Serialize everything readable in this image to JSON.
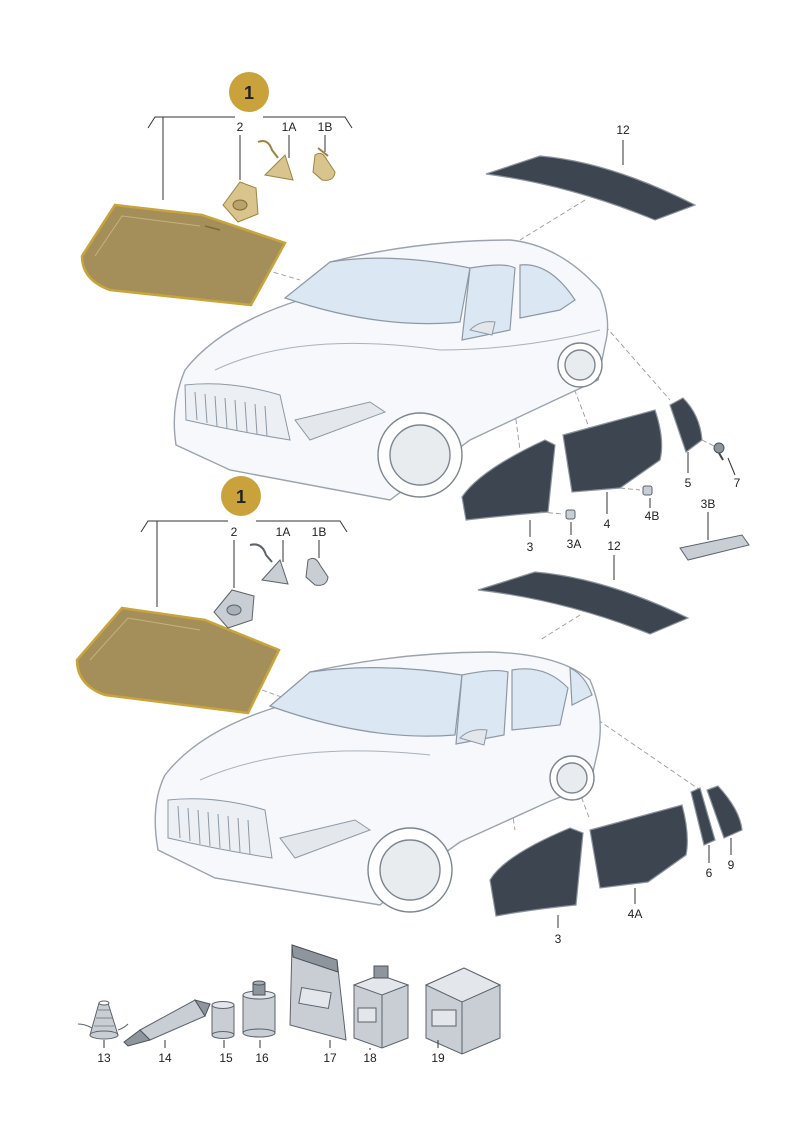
{
  "callouts": {
    "top": "1",
    "bottom": "1"
  },
  "labels_top": {
    "p2": "2",
    "p1a": "1A",
    "p1b": "1B",
    "p12": "12",
    "p5": "5",
    "p7": "7",
    "p3": "3",
    "p3a": "3A",
    "p4": "4",
    "p4b": "4B",
    "p3b": "3B"
  },
  "labels_bottom": {
    "p2": "2",
    "p1a": "1A",
    "p1b": "1B",
    "p12": "12",
    "p6": "6",
    "p9": "9",
    "p3": "3",
    "p4a": "4A"
  },
  "labels_accessories": {
    "p13": "13",
    "p14": "14",
    "p15": "15",
    "p16": "16",
    "p17": "17",
    "p18": "18",
    "p19": "19"
  },
  "colors": {
    "callout_fill": "#c9a23c",
    "windshield_highlight": "#c9a43a",
    "tinted_glass": "#3d4650",
    "car_glass": "#dbe8f3"
  }
}
